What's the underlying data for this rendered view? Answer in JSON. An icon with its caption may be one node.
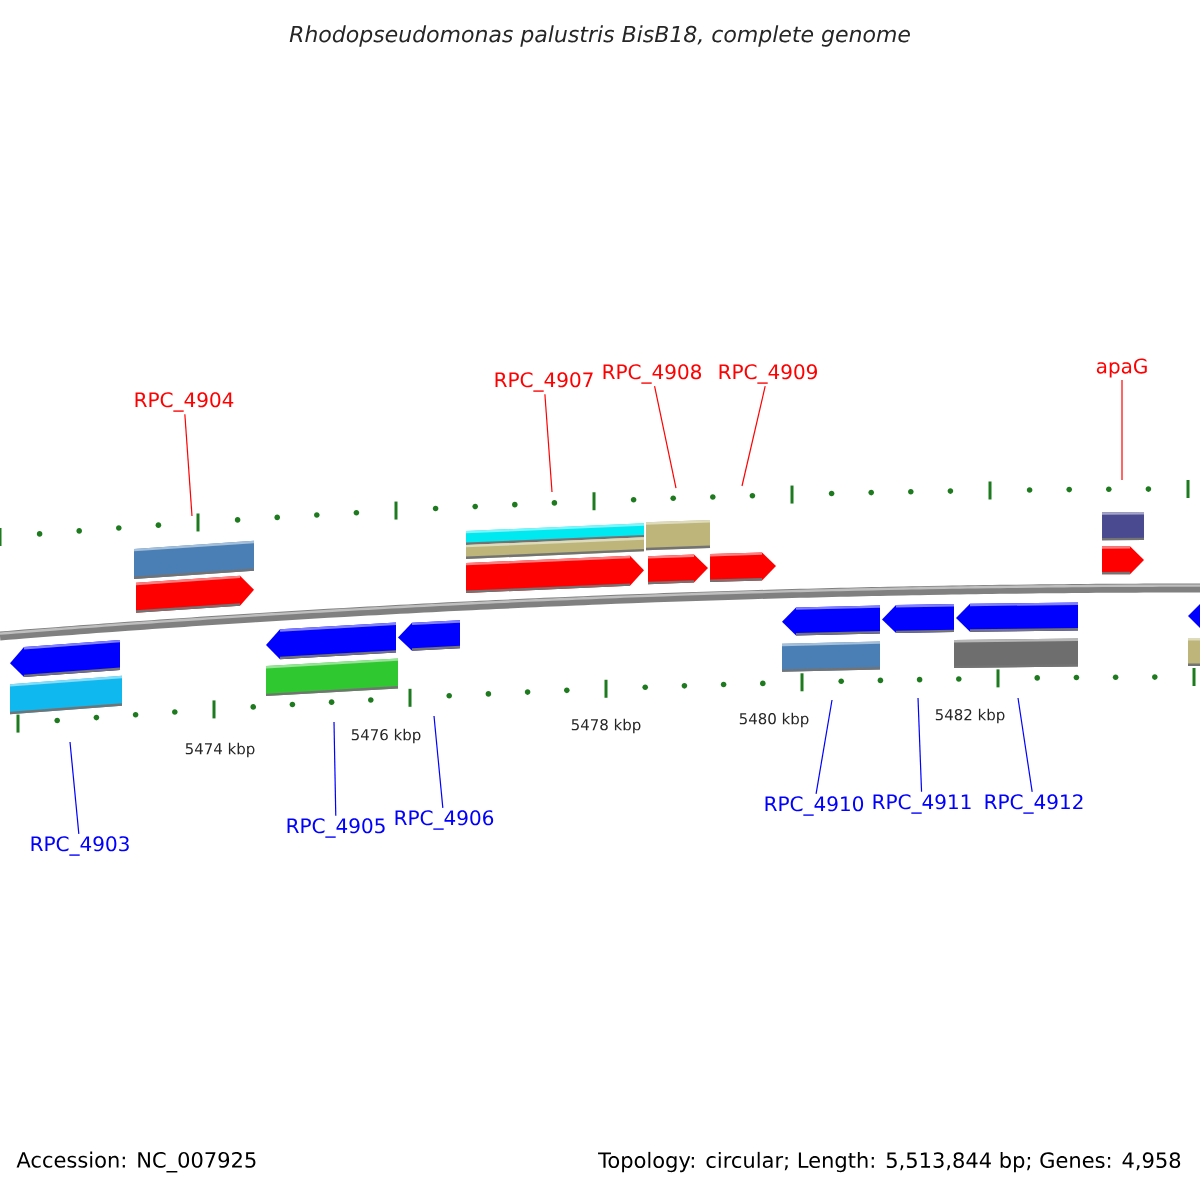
{
  "diagram": {
    "title": "Rhodopseudomonas palustris BisB18, complete genome",
    "nodes": [
      {
        "text": [
          "RPC_4904"
        ]
      },
      {
        "text": [
          "RPC_4907"
        ]
      },
      {
        "text": [
          "RPC_4908"
        ]
      },
      {
        "text": [
          "RPC_4909"
        ]
      },
      {
        "text": [
          "apaG"
        ]
      },
      {
        "text": [
          "RPC_4903"
        ]
      },
      {
        "text": [
          "RPC_4905"
        ]
      },
      {
        "text": [
          "RPC_4906"
        ]
      },
      {
        "text": [
          "RPC_4910"
        ]
      },
      {
        "text": [
          "RPC_4911"
        ]
      },
      {
        "text": [
          "RPC_4912"
        ]
      }
    ],
    "edges": [
      {
        "from": 0,
        "to": null,
        "arrow": "none",
        "color": "#ff0000"
      },
      {
        "from": 1,
        "to": null,
        "arrow": "none",
        "color": "#ff0000"
      },
      {
        "from": 2,
        "to": null,
        "arrow": "none",
        "color": "#ff0000"
      },
      {
        "from": 3,
        "to": null,
        "arrow": "none",
        "color": "#ff0000"
      },
      {
        "from": 4,
        "to": null,
        "arrow": "none",
        "color": "#ff0000"
      },
      {
        "from": 5,
        "to": null,
        "arrow": "none",
        "color": "#0000ff"
      },
      {
        "from": 6,
        "to": null,
        "arrow": "none",
        "color": "#0000ff"
      },
      {
        "from": 7,
        "to": null,
        "arrow": "none",
        "color": "#0000ff"
      },
      {
        "from": 8,
        "to": null,
        "arrow": "none",
        "color": "#0000ff"
      },
      {
        "from": 9,
        "to": null,
        "arrow": "none",
        "color": "#0000ff"
      },
      {
        "from": 10,
        "to": null,
        "arrow": "none",
        "color": "#0000ff"
      }
    ],
    "labels": [
      "5474 kbp",
      "5476 kbp",
      "5478 kbp",
      "5480 kbp",
      "5482 kbp",
      "Accession: NC_007925",
      "Topology: circular; Length: 5,513,844 bp; Genes: 4,958"
    ]
  }
}
